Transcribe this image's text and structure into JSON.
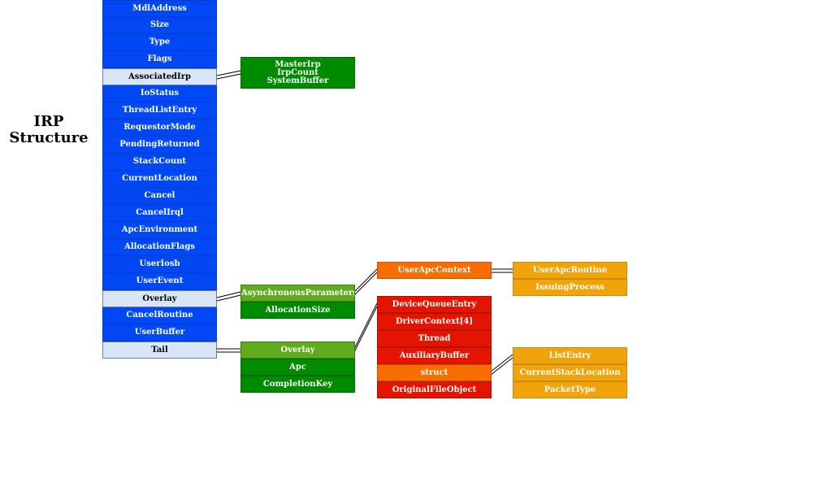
{
  "title_lines": [
    "IRP",
    "Structure"
  ],
  "irp_fields": [
    "MdlAddress",
    "Size",
    "Type",
    "Flags",
    "AssociatedIrp",
    "IoStatus",
    "ThreadListEntry",
    "RequestorMode",
    "PendingReturned",
    "StackCount",
    "CurrentLocation",
    "Cancel",
    "CancelIrql",
    "ApcEnvironment",
    "AllocationFlags",
    "UserIosb",
    "UserEvent",
    "Overlay",
    "CancelRoutine",
    "UserBuffer",
    "Tail"
  ],
  "associated_irp": [
    "MasterIrp",
    "IrpCount",
    "SystemBuffer"
  ],
  "overlay": [
    "AsynchronousParameters",
    "AllocationSize"
  ],
  "async_params": [
    "UserApcContext"
  ],
  "user_apc": [
    "UserApcRoutine",
    "IssuingProcess"
  ],
  "tail": [
    "Overlay",
    "Apc",
    "CompletionKey"
  ],
  "tail_overlay": [
    "DeviceQueueEntry",
    "DriverContext[4]",
    "Thread",
    "AuxiliaryBuffer",
    "struct",
    "OriginalFileObject"
  ],
  "tail_struct": [
    "ListEntry",
    "CurrentStackLocation",
    "PacketType"
  ],
  "colors": {
    "irp_field": "#0048f5",
    "highlight": "#d8e6f7",
    "dark_green": "#008a00",
    "light_green": "#5eab1d",
    "orange": "#f76d00",
    "red": "#e51400",
    "amber": "#f0a30a"
  }
}
